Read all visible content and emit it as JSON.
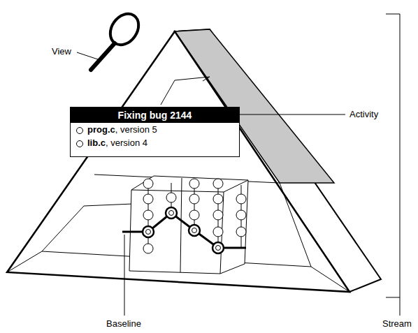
{
  "diagram": {
    "nodes": [
      {
        "text": [
          "Fixing bug 2144",
          "prog.c, version 5",
          "lib.c, version 4"
        ]
      }
    ],
    "labels": [
      "View",
      "Activity",
      "Baseline",
      "Stream"
    ]
  }
}
